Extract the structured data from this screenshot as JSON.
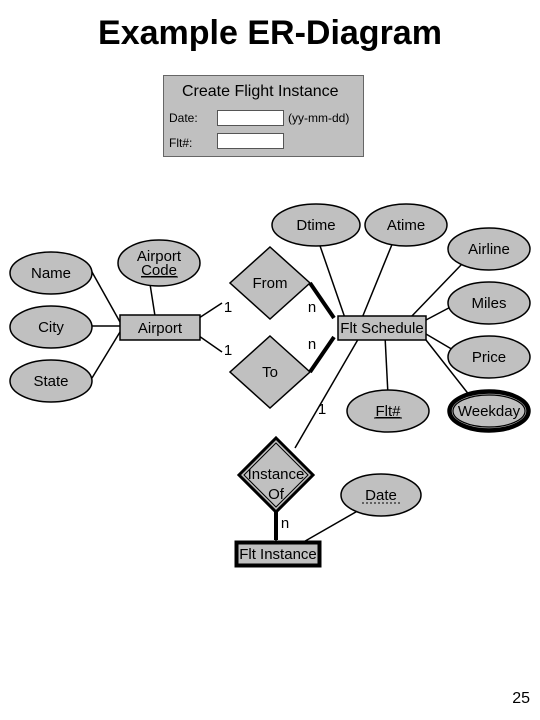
{
  "slide": {
    "title": "Example ER-Diagram",
    "page_number": "25"
  },
  "form": {
    "title": "Create Flight Instance",
    "date_label": "Date:",
    "date_value": "",
    "date_hint": "(yy-mm-dd)",
    "flt_label": "Flt#:",
    "flt_value": ""
  },
  "diagram": {
    "entities": {
      "airport": "Airport",
      "flt_schedule": "Flt Schedule",
      "flt_instance": "Flt Instance"
    },
    "relationships": {
      "from": "From",
      "to": "To",
      "instance_of_line1": "Instance",
      "instance_of_line2": "Of"
    },
    "attributes": {
      "name": "Name",
      "city": "City",
      "state": "State",
      "airport_code_line1": "Airport",
      "airport_code_line2": "Code",
      "dtime": "Dtime",
      "atime": "Atime",
      "airline": "Airline",
      "miles": "Miles",
      "price": "Price",
      "weekday": "Weekday",
      "flt_num": "Flt#",
      "date": "Date"
    },
    "cardinalities": {
      "from_airport": "1",
      "from_schedule": "n",
      "to_airport": "1",
      "to_schedule": "n",
      "instance_schedule": "1",
      "instance_instance": "n"
    },
    "colors": {
      "shape_fill": "#c0c0c0",
      "line": "#000000"
    }
  }
}
